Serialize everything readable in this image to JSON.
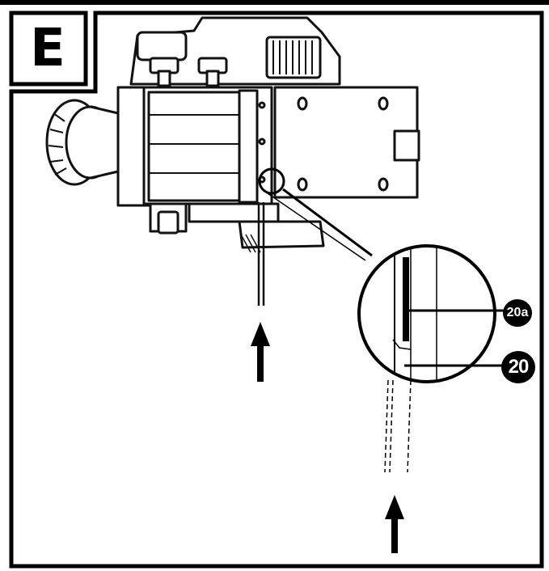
{
  "panel_label": "E",
  "callouts": {
    "part_20a": "20a",
    "part_20": "20"
  },
  "icons": [
    "up-arrow-icon",
    "magnifier-circle"
  ],
  "colors": {
    "ink": "#000000",
    "paper": "#ffffff"
  }
}
